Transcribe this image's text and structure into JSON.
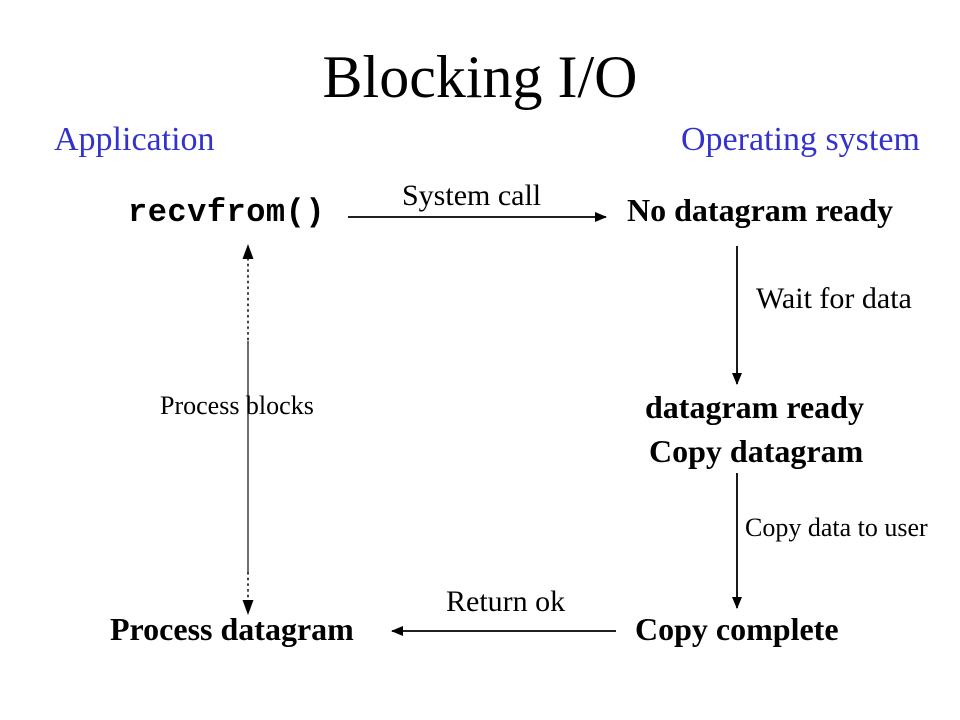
{
  "title": "Blocking I/O",
  "columns": {
    "application": "Application",
    "operating_system": "Operating system"
  },
  "nodes": {
    "recvfrom": "recvfrom()",
    "no_datagram_ready": "No datagram ready",
    "datagram_ready": "datagram ready",
    "copy_datagram": "Copy datagram",
    "copy_complete": "Copy complete",
    "process_datagram": "Process datagram"
  },
  "labels": {
    "system_call": "System call",
    "wait_for_data": "Wait for data",
    "copy_data_to_user": "Copy data to user",
    "return_ok": "Return ok",
    "process_blocks": "Process blocks"
  },
  "colors": {
    "heading_blue": "#3333cc",
    "text_black": "#000000",
    "background": "#ffffff"
  }
}
